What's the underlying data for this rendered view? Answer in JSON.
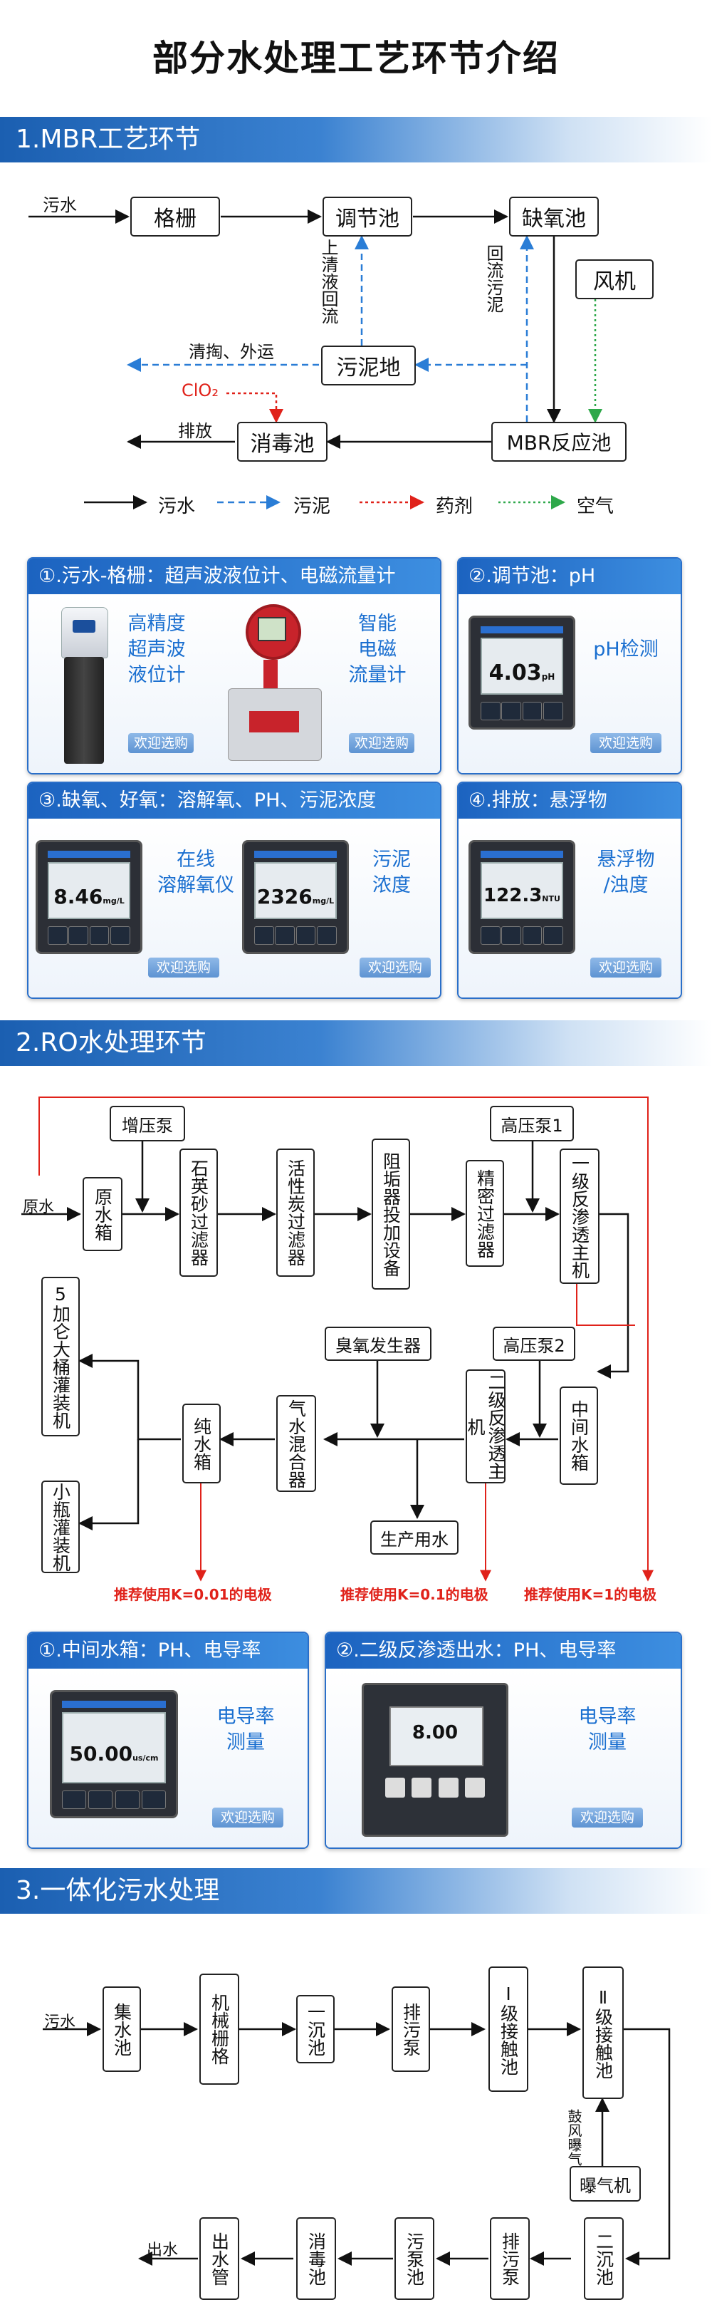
{
  "title": "部分水处理工艺环节介绍",
  "sections": {
    "s1": "1.MBR工艺环节",
    "s2": "2.RO水处理环节",
    "s3": "3.一体化污水处理"
  },
  "mbr": {
    "wastewater": "污水",
    "grid": "格栅",
    "adjust": "调节池",
    "anoxic": "缺氧池",
    "blower": "风机",
    "sludge_pool": "污泥地",
    "disinfect": "消毒池",
    "mbr_reactor": "MBR反应池",
    "clean_return": "上清液回流",
    "sludge_return": "回流污泥",
    "dredge": "清掏、外运",
    "clo2": "ClO₂",
    "discharge": "排放",
    "legend": {
      "sewage": "污水",
      "sludge": "污泥",
      "agent": "药剂",
      "air": "空气"
    }
  },
  "cards1": [
    {
      "header": "①.污水-格栅：超声波液位计、电磁流量计",
      "t1": "高精度\n超声波\n液位计",
      "t2": "智能\n电磁\n流量计",
      "btn": "欢迎选购"
    },
    {
      "header": "②.调节池：pH",
      "t1": "pH检测",
      "btn": "欢迎选购",
      "reading": "4.03",
      "unit": "pH"
    },
    {
      "header": "③.缺氧、好氧：溶解氧、PH、污泥浓度",
      "t1": "在线\n溶解氧仪",
      "t2": "污泥\n浓度",
      "btn": "欢迎选购",
      "r1": "8.46",
      "u1": "mg/L",
      "r2": "2326",
      "u2": "mg/L"
    },
    {
      "header": "④.排放：悬浮物",
      "t1": "悬浮物\n/浊度",
      "btn": "欢迎选购",
      "reading": "122.3",
      "unit": "NTU"
    }
  ],
  "ro": {
    "raw": "原水",
    "raw_tank": "原水箱",
    "booster": "增压泵",
    "quartz": "石英砂过滤器",
    "carbon": "活性炭过滤器",
    "scale": "阻垢器投加设备",
    "precision": "精密过滤器",
    "hp1": "高压泵1",
    "ro1": "一级反渗透主机",
    "filler5": "5加仑大桶灌装机",
    "small": "小瓶灌装机",
    "pure": "纯水箱",
    "mixer": "气水混合器",
    "ozone": "臭氧发生器",
    "hp2": "高压泵2",
    "ro2": "二级反渗透主机",
    "mid": "中间水箱",
    "prod": "生产用水",
    "k1": "推荐使用K=0.01的电极",
    "k2": "推荐使用K=0.1的电极",
    "k3": "推荐使用K=1的电极"
  },
  "cards2": [
    {
      "header": "①.中间水箱：PH、电导率",
      "t1": "电导率\n测量",
      "btn": "欢迎选购",
      "reading": "50.00",
      "unit": "us/cm"
    },
    {
      "header": "②.二级反渗透出水：PH、电导率",
      "t1": "电导率\n测量",
      "btn": "欢迎选购",
      "reading": "8.00"
    }
  ],
  "integrated": {
    "in": "污水",
    "collect": "集水池",
    "mech": "机械栅格",
    "first": "一沉池",
    "pump1": "排污泵",
    "contact1": "Ⅰ级接触池",
    "contact2": "Ⅱ级接触池",
    "aerate": "鼓风曝气",
    "aerator": "曝气机",
    "second": "二沉池",
    "pump2": "排污泵",
    "sludge_pump": "污泵池",
    "disinfect": "消毒池",
    "outlet": "出水管",
    "out": "出水"
  },
  "colors": {
    "banner": "#1b5fb1",
    "sludge": "#2a7dd6",
    "agent": "#e0221a",
    "air": "#2ea84a",
    "card": "#2a6fc9"
  }
}
